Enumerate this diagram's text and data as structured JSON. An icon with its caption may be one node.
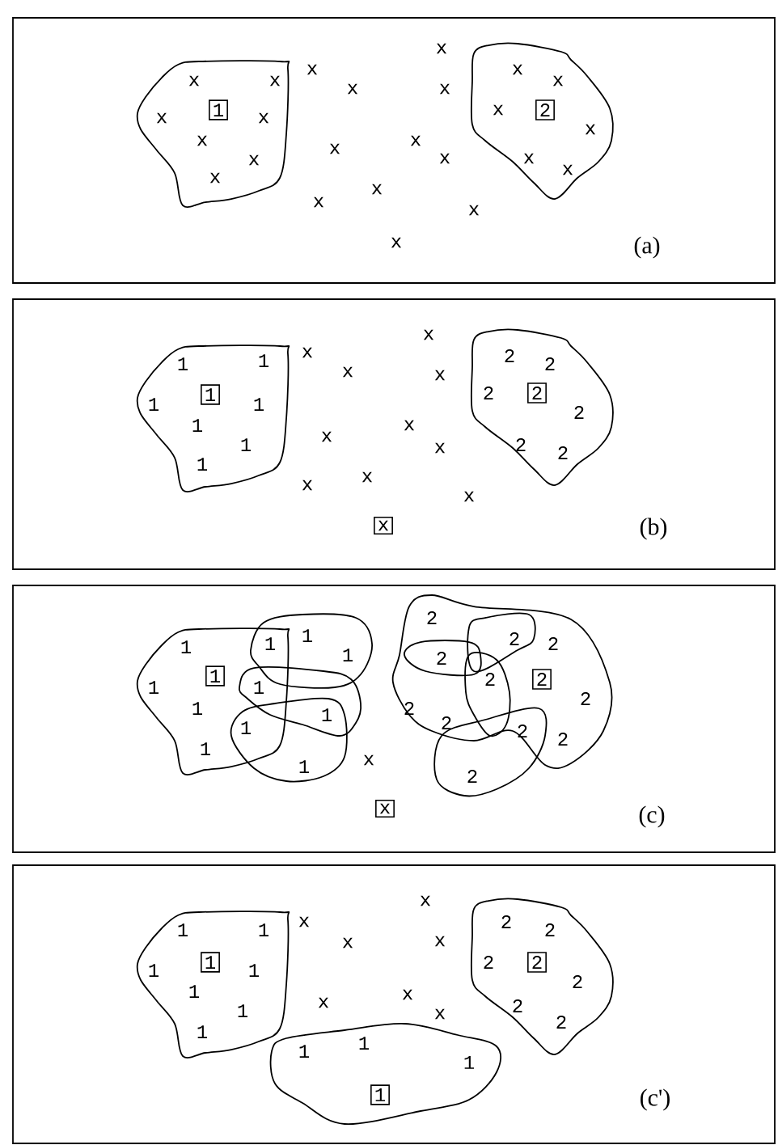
{
  "diagram": {
    "nodes": [
      {
        "text": [
          "(a)",
          "x",
          "x",
          "x",
          "x",
          "x",
          "x",
          "x",
          "x",
          "x",
          "x",
          "x"
        ]
      },
      {
        "text": [
          "x",
          "x",
          "x",
          "x",
          "x",
          "x",
          "x"
        ],
        "in": 0
      },
      {
        "text": [
          "1"
        ],
        "in": 1
      },
      {
        "text": [
          "x",
          "x",
          "x",
          "x",
          "x",
          "x"
        ],
        "in": 0
      },
      {
        "text": [
          "2"
        ],
        "in": 3
      },
      {
        "text": [
          "(b)",
          "x",
          "x",
          "x",
          "x",
          "x",
          "x",
          "x",
          "x",
          "x",
          "x"
        ]
      },
      {
        "text": [
          "1",
          "1",
          "1",
          "1",
          "1",
          "1",
          "1"
        ],
        "in": 5
      },
      {
        "text": [
          "1"
        ],
        "in": 6
      },
      {
        "text": [
          "2",
          "2",
          "2",
          "2",
          "2",
          "2"
        ],
        "in": 5
      },
      {
        "text": [
          "2"
        ],
        "in": 8
      },
      {
        "text": [
          "x"
        ],
        "in": 5
      },
      {
        "text": [
          "(c)",
          "x"
        ]
      },
      {
        "text": [
          "1",
          "1",
          "1",
          "1"
        ],
        "in": 11
      },
      {
        "text": [
          "1"
        ],
        "in": 12
      },
      {
        "text": [
          "1",
          "1",
          "1"
        ],
        "in": 11
      },
      {
        "text": [
          "1",
          "1"
        ],
        "in": 11
      },
      {
        "text": [
          "1",
          "1"
        ],
        "in": 11
      },
      {
        "text": [
          "x"
        ],
        "in": 11
      },
      {
        "text": [
          "2",
          "2",
          "2",
          "2",
          "2",
          "2"
        ],
        "in": 11
      },
      {
        "text": [
          "2"
        ],
        "in": 18
      },
      {
        "text": [
          "2"
        ],
        "in": 18
      },
      {
        "text": [
          "2"
        ],
        "in": 18
      },
      {
        "text": [
          "2"
        ],
        "in": 18
      },
      {
        "text": [
          "2",
          "2"
        ],
        "in": 11
      },
      {
        "text": [
          "(c')",
          "x",
          "x",
          "x",
          "x",
          "x",
          "x",
          "x"
        ]
      },
      {
        "text": [
          "1",
          "1",
          "1",
          "1",
          "1",
          "1",
          "1"
        ],
        "in": 24
      },
      {
        "text": [
          "1"
        ],
        "in": 25
      },
      {
        "text": [
          "2",
          "2",
          "2",
          "2",
          "2",
          "2"
        ],
        "in": 24
      },
      {
        "text": [
          "2"
        ],
        "in": 27
      },
      {
        "text": [
          "1",
          "1",
          "1"
        ],
        "in": 24
      },
      {
        "text": [
          "1"
        ],
        "in": 29
      }
    ]
  }
}
